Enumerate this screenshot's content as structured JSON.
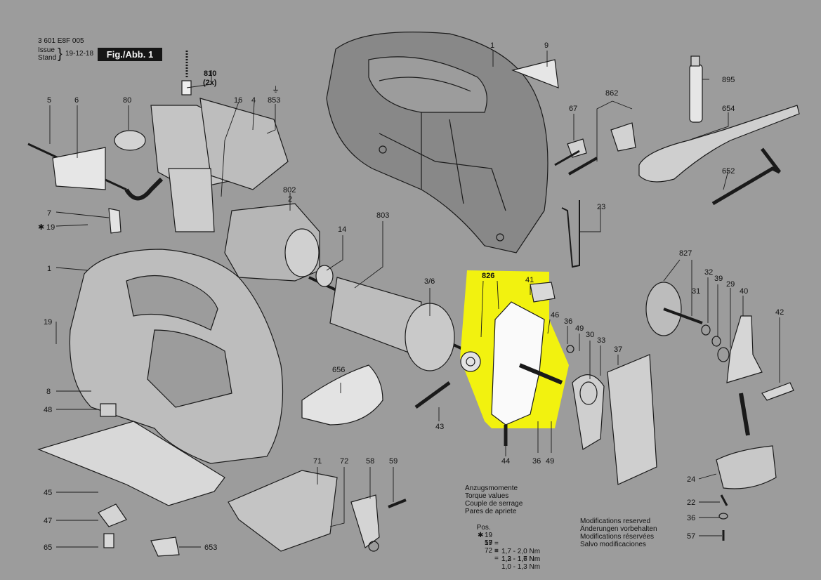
{
  "header": {
    "doc_number": "3 601 E8F 005",
    "issue_label_en": "Issue",
    "issue_label_de": "Stand",
    "issue_date": "19-12-18",
    "figure_label": "Fig./Abb. 1"
  },
  "part_labels": {
    "p1": "1",
    "p9": "9",
    "p895": "895",
    "p862": "862",
    "p67": "67",
    "p654": "654",
    "p652": "652",
    "p23": "23",
    "p5": "5",
    "p6": "6",
    "p80": "80",
    "p810": "810",
    "p810_qty": "(2x)",
    "p16": "16",
    "p4": "4",
    "p853": "853",
    "p802": "802",
    "p2": "2",
    "p7": "7",
    "p19_star": "19",
    "p1b": "1",
    "p14": "14",
    "p803": "803",
    "p3_6": "3/6",
    "p826": "826",
    "p41": "41",
    "p46": "46",
    "p36": "36",
    "p49": "49",
    "p30": "30",
    "p33": "33",
    "p37": "37",
    "p827": "827",
    "p32": "32",
    "p39": "39",
    "p29": "29",
    "p31": "31",
    "p40": "40",
    "p42": "42",
    "p19": "19",
    "p8": "8",
    "p48": "48",
    "p656": "656",
    "p43": "43",
    "p44": "44",
    "p36b": "36",
    "p49b": "49",
    "p45": "45",
    "p47": "47",
    "p65": "65",
    "p653": "653",
    "p71": "71",
    "p72": "72",
    "p58": "58",
    "p59": "59",
    "p24": "24",
    "p22": "22",
    "p36c": "36",
    "p57": "57"
  },
  "torque_notes": {
    "title_de": "Anzugsmomente",
    "title_en": "Torque values",
    "title_fr": "Couple de serrage",
    "title_es": "Pares de apriete",
    "rows": [
      {
        "prefix": "Pos.",
        "pos": "19",
        "value": "1,7 - 2,0 Nm"
      },
      {
        "prefix": "",
        "pos": "19",
        "value": "1,2 - 1,6 Nm"
      },
      {
        "prefix": "",
        "pos": "57",
        "value": "1,3 - 1,7 Nm"
      },
      {
        "prefix": "",
        "pos": "72",
        "value": "1,0 - 1,3 Nm"
      }
    ]
  },
  "modifications_notes": {
    "en": "Modifications reserved",
    "de": "Änderungen vorbehalten",
    "fr": "Modifications réservées",
    "es": "Salvo modificaciones"
  },
  "highlight_color": "#f2f20f"
}
